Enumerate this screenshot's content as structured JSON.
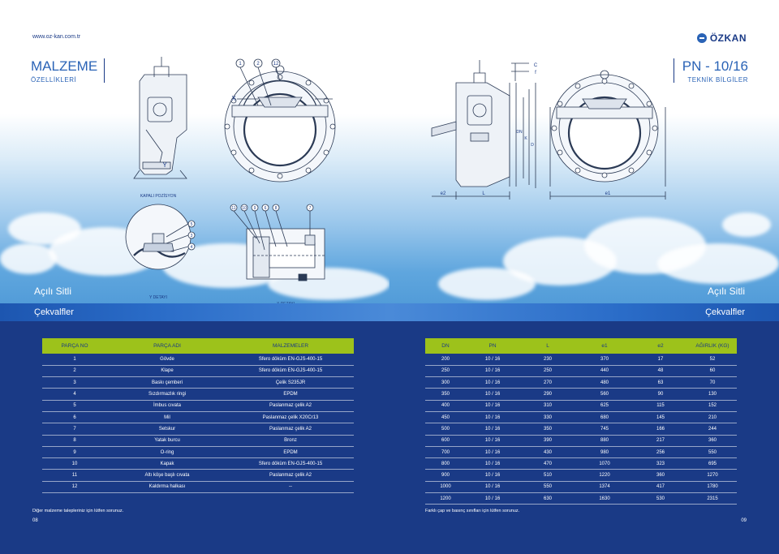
{
  "left_page": {
    "url": "www.oz-kan.com.tr",
    "title": "MALZEME",
    "subtitle": "ÖZELLİKLERİ",
    "product_name": "Açılı Sitli",
    "band_label": "Çekvalfler",
    "footnote": "Diğer malzeme talepleriniz için lütfen sorunuz.",
    "page_number": "08",
    "drawing_labels": {
      "callouts_top": [
        "1",
        "2",
        "12"
      ],
      "x_label": "X",
      "y_label": "Y",
      "closed_position": "KAPALI POZİSYON",
      "callouts_x_detail": [
        "11",
        "10",
        "9",
        "6",
        "8",
        "7"
      ],
      "callouts_y_detail": [
        "5",
        "3",
        "4"
      ],
      "y_detail": "Y DETAYI",
      "x_detail": "X DETAYI"
    },
    "table": {
      "headers": [
        "PARÇA NO",
        "PARÇA ADI",
        "MALZEMELER"
      ],
      "rows": [
        [
          "1",
          "Gövde",
          "Sfero döküm EN-GJS-400-15"
        ],
        [
          "2",
          "Klape",
          "Sfero döküm EN-GJS-400-15"
        ],
        [
          "3",
          "Baskı çemberi",
          "Çelik S235JR"
        ],
        [
          "4",
          "Sızdırmazlık ringi",
          "EPDM"
        ],
        [
          "5",
          "İmbus cıvata",
          "Paslanmaz çelik A2"
        ],
        [
          "6",
          "Mil",
          "Paslanmaz çelik X20Cr13"
        ],
        [
          "7",
          "Setskur",
          "Paslanmaz çelik A2"
        ],
        [
          "8",
          "Yatak burcu",
          "Bronz"
        ],
        [
          "9",
          "O-ring",
          "EPDM"
        ],
        [
          "10",
          "Kapak",
          "Sfero döküm EN-GJS-400-15"
        ],
        [
          "11",
          "Altı köşe başlı cıvata",
          "Paslanmaz çelik A2"
        ],
        [
          "12",
          "Kaldırma halkası",
          "--"
        ]
      ]
    }
  },
  "right_page": {
    "logo": "ÖZKAN",
    "title": "PN - 10/16",
    "subtitle": "TEKNİK BİLGİLER",
    "product_name": "Açılı Sitli",
    "band_label": "Çekvalfler",
    "footnote": "Farklı çap ve basınç sınıfları için lütfen sorunuz.",
    "page_number": "09",
    "drawing_labels": {
      "top_dims": [
        "C",
        "f"
      ],
      "side_dims": [
        "DN",
        "K",
        "D"
      ],
      "bottom_dims": [
        "e2",
        "L",
        "e1"
      ]
    },
    "table": {
      "headers": [
        "DN",
        "PN",
        "L",
        "e1",
        "e2",
        "AĞIRLIK (KG)"
      ],
      "rows": [
        [
          "200",
          "10 / 16",
          "230",
          "370",
          "17",
          "52"
        ],
        [
          "250",
          "10 / 16",
          "250",
          "440",
          "48",
          "60"
        ],
        [
          "300",
          "10 / 16",
          "270",
          "480",
          "63",
          "70"
        ],
        [
          "350",
          "10 / 16",
          "290",
          "560",
          "90",
          "130"
        ],
        [
          "400",
          "10 / 16",
          "310",
          "625",
          "115",
          "152"
        ],
        [
          "450",
          "10 / 16",
          "330",
          "680",
          "145",
          "210"
        ],
        [
          "500",
          "10 / 16",
          "350",
          "745",
          "166",
          "244"
        ],
        [
          "600",
          "10 / 16",
          "390",
          "880",
          "217",
          "360"
        ],
        [
          "700",
          "10 / 16",
          "430",
          "980",
          "256",
          "550"
        ],
        [
          "800",
          "10 / 16",
          "470",
          "1070",
          "323",
          "695"
        ],
        [
          "900",
          "10 / 16",
          "510",
          "1220",
          "360",
          "1270"
        ],
        [
          "1000",
          "10 / 16",
          "550",
          "1374",
          "417",
          "1780"
        ],
        [
          "1200",
          "10 / 16",
          "630",
          "1630",
          "530",
          "2315"
        ]
      ]
    }
  }
}
